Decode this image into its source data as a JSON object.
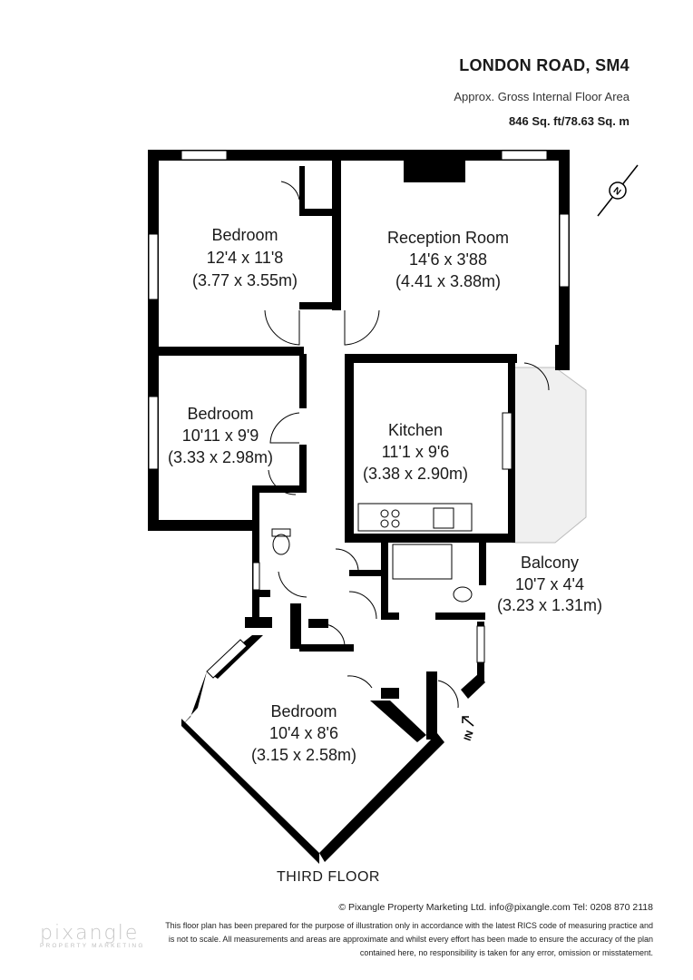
{
  "header": {
    "address": "LONDON ROAD, SM4",
    "area_label": "Approx. Gross Internal Floor Area",
    "area_value": "846 Sq. ft/78.63 Sq. m"
  },
  "compass": {
    "letter": "N"
  },
  "rooms": {
    "bedroom1": {
      "name": "Bedroom",
      "imperial": "12'4 x 11'8",
      "metric": "(3.77 x 3.55m)"
    },
    "reception": {
      "name": "Reception Room",
      "imperial": "14'6 x 3'88",
      "metric": "(4.41 x 3.88m)"
    },
    "bedroom2": {
      "name": "Bedroom",
      "imperial": "10'11 x 9'9",
      "metric": "(3.33 x 2.98m)"
    },
    "kitchen": {
      "name": "Kitchen",
      "imperial": "11'1 x 9'6",
      "metric": "(3.38 x 2.90m)"
    },
    "balcony": {
      "name": "Balcony",
      "imperial": "10'7 x 4'4",
      "metric": "(3.23 x 1.31m)"
    },
    "bedroom3": {
      "name": "Bedroom",
      "imperial": "10'4 x 8'6",
      "metric": "(3.15 x 2.58m)"
    }
  },
  "entrance_label": "IN",
  "floor_title": "THIRD FLOOR",
  "footer": {
    "contact": "© Pixangle Property Marketing Ltd. info@pixangle.com Tel: 0208 870 2118",
    "disclaimer": "This floor plan has been prepared for the purpose of illustration only in accordance with the latest RICS code of measuring practice and is not to scale. All measurements and areas are approximate and whilst every effort has been made to ensure the accuracy of the plan contained here, no responsibility is taken for any error, omission or misstatement."
  },
  "logo": {
    "word": "pixangle",
    "tagline": "PROPERTY MARKETING"
  }
}
